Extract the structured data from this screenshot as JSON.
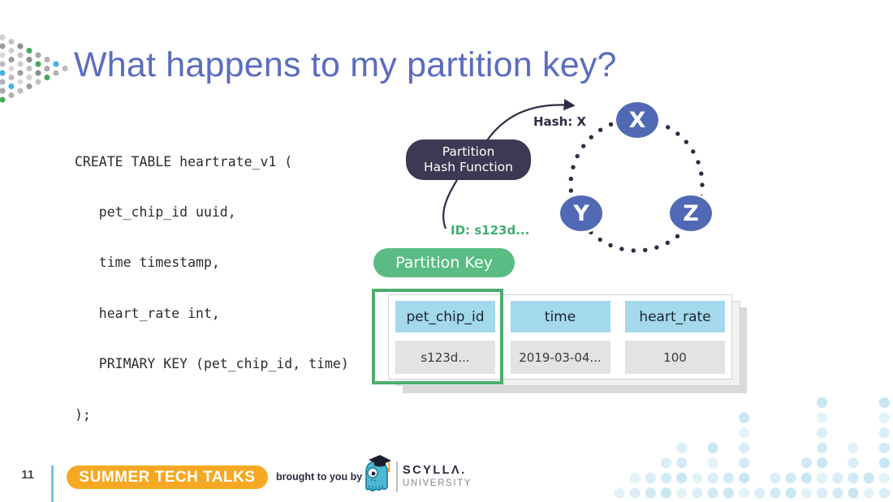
{
  "slide": {
    "title": "What happens to my partition key?"
  },
  "code": {
    "lines": [
      "CREATE TABLE heartrate_v1 (",
      "   pet_chip_id uuid,",
      "   time timestamp,",
      "   heart_rate int,",
      "   PRIMARY KEY (pet_chip_id, time)",
      ");"
    ]
  },
  "diagram": {
    "hash_box": {
      "line1": "Partition",
      "line2": "Hash Function"
    },
    "hash_result_label": "Hash: X",
    "id_label": "ID: s123d...",
    "partition_key_label": "Partition Key",
    "nodes": [
      {
        "label": "X"
      },
      {
        "label": "Y"
      },
      {
        "label": "Z"
      }
    ],
    "colors": {
      "node_fill": "#5169b5",
      "hash_box_fill": "#3b3953",
      "ring_dot": "#2e2c45",
      "id_text_green": "#3fae70",
      "partition_key_green": "#5abc84",
      "highlight_green": "#4cae6e"
    }
  },
  "table": {
    "columns": [
      {
        "header": "pet_chip_id",
        "value": "s123d..."
      },
      {
        "header": "time",
        "value": "2019-03-04..."
      },
      {
        "header": "heart_rate",
        "value": "100"
      }
    ],
    "colors": {
      "header_fill": "#a3d9ea",
      "value_fill": "#e3e3e3"
    }
  },
  "footer": {
    "page_number": "11",
    "banner_label": "SUMMER TECH TALKS",
    "banner_color": "#f7a823",
    "brought_by_label": "brought to you by",
    "brand_name": "SCYLLΛ.",
    "brand_subtitle": "UNIVERSITY"
  }
}
